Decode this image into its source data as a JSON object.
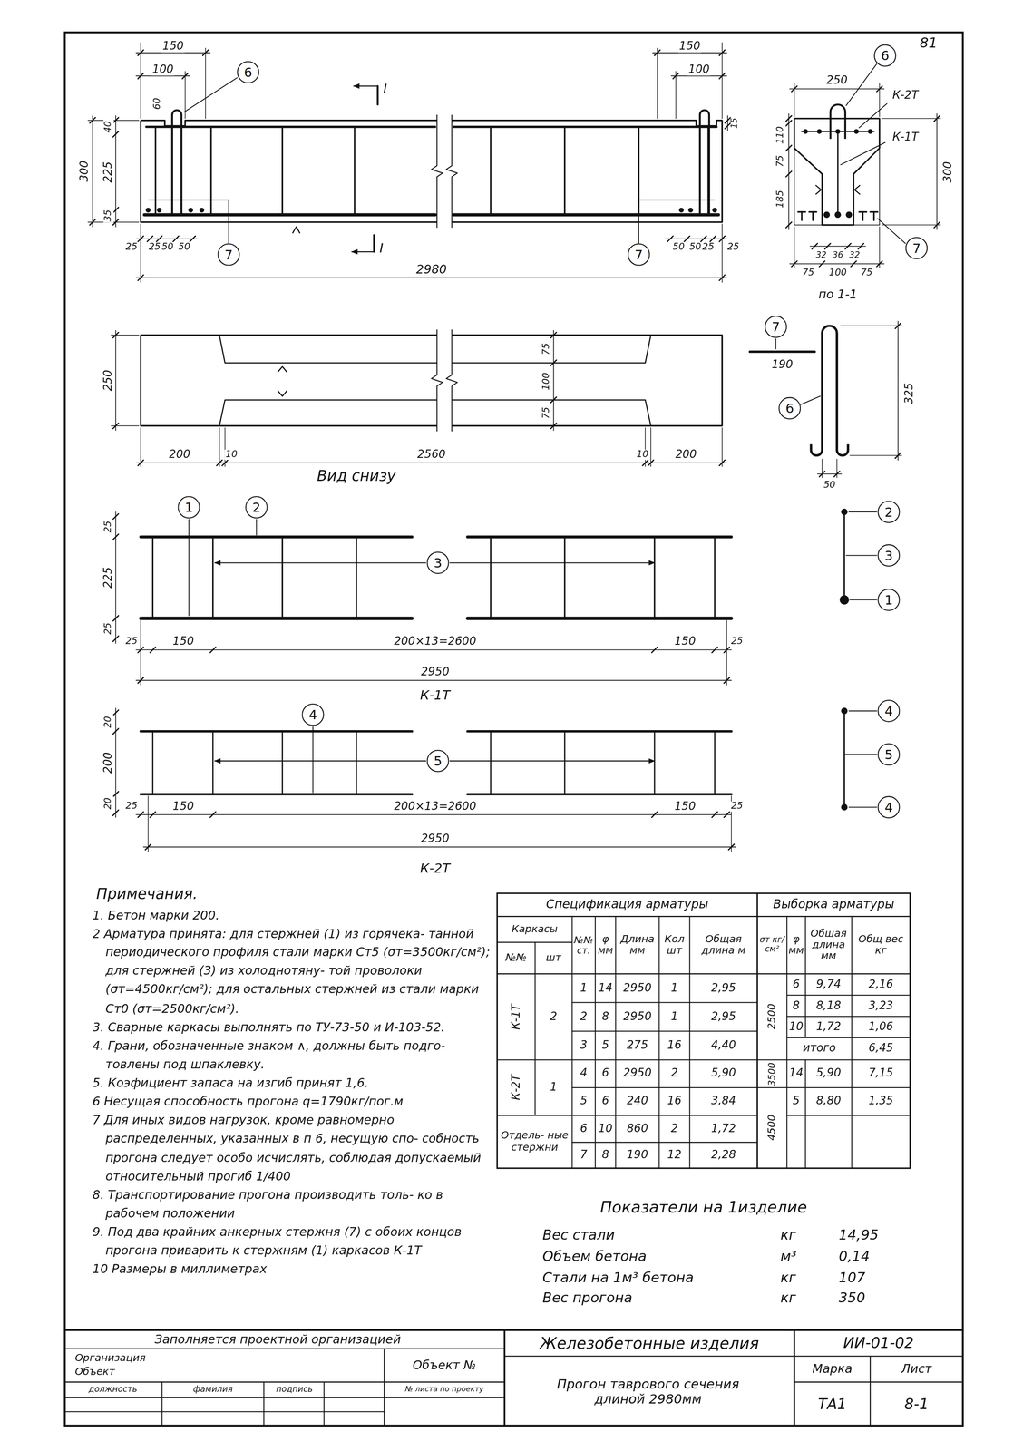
{
  "diagram": {
    "nodes": [
      {
        "text": [
          "6"
        ]
      },
      {
        "text": [
          "6"
        ]
      },
      {
        "text": [
          "7"
        ]
      },
      {
        "text": [
          "7"
        ]
      },
      {
        "text": [
          "7"
        ]
      },
      {
        "text": [
          "7"
        ]
      },
      {
        "text": [
          "6"
        ]
      },
      {
        "text": [
          "1"
        ]
      },
      {
        "text": [
          "2"
        ]
      },
      {
        "text": [
          "2"
        ]
      },
      {
        "text": [
          "3"
        ]
      },
      {
        "text": [
          "3"
        ]
      },
      {
        "text": [
          "1"
        ]
      },
      {
        "text": [
          "4"
        ]
      },
      {
        "text": [
          "4"
        ]
      },
      {
        "text": [
          "5"
        ]
      },
      {
        "text": [
          "5"
        ]
      },
      {
        "text": [
          "4"
        ]
      }
    ],
    "labels": [
      "81",
      "150",
      "100",
      "40",
      "60",
      "300",
      "225",
      "35",
      "25",
      "25",
      "50",
      "50",
      "I",
      "I",
      "150",
      "100",
      "15",
      "50",
      "50",
      "25",
      "25",
      "2980",
      "250",
      "К-2Т",
      "К-1Т",
      "110",
      "75",
      "185",
      "300",
      "32",
      "36",
      "32",
      "75",
      "100",
      "75",
      "по 1-1",
      "250",
      "75",
      "100",
      "75",
      "200",
      "10",
      "2560",
      "10",
      "200",
      "Вид снизу",
      "190",
      "325",
      "50",
      "25",
      "225",
      "25",
      "25",
      "150",
      "200×13=2600",
      "150",
      "25",
      "2950",
      "К-1Т",
      "20",
      "200",
      "20",
      "25",
      "150",
      "200×13=2600",
      "150",
      "25",
      "2950",
      "К-2Т",
      "Примечания.",
      "1. Бетон марки 200.",
      "2 Арматура принята: для стержней (1) из горячека- танной периодического профиля стали марки Ст5 (σт=3500кг/см²); для стержней (3) из холоднотяну- той проволоки (σт=4500кг/см²); для остальных стержней из стали марки Ст0 (σт=2500кг/см²).",
      "3. Сварные каркасы выполнять по ТУ-73-50 и И-103-52.",
      "4. Грани, обозначенные знаком ∧, должны быть подго- товлены под шпаклевку.",
      "5. Коэфициент запаса на изгиб принят 1,6.",
      "6 Несущая способность прогона q=1790кг/пог.м",
      "7 Для иных видов нагрузок, кроме равномерно распределенных, указанных в п 6, несущую спо- собность прогона следует особо исчислять, соблюдая допускаемый относительный прогиб 1/400",
      "8. Транспортирование прогона производить толь- ко в рабочем положении",
      "9. Под два крайних анкерных стержня (7) с обоих концов прогона приварить к стержням (1) каркасов К-1Т",
      "10 Размеры в миллиметрах",
      "Спецификация арматуры",
      "Выборка арматуры",
      "Каркасы",
      "№№",
      "шт",
      "№№ ст.",
      "φ мм",
      "Длина мм",
      "Кол шт",
      "Общая длина м",
      "σт кг/см²",
      "φ мм",
      "Общая длина мм",
      "Общ вес кг",
      "К-1Т",
      "2",
      "1",
      "14",
      "2950",
      "1",
      "2,95",
      "2",
      "8",
      "2950",
      "1",
      "2,95",
      "3",
      "5",
      "275",
      "16",
      "4,40",
      "К-2Т",
      "1",
      "4",
      "6",
      "2950",
      "2",
      "5,90",
      "5",
      "6",
      "240",
      "16",
      "3,84",
      "Отдель- ные стержни",
      "6",
      "10",
      "860",
      "2",
      "1,72",
      "7",
      "8",
      "190",
      "12",
      "2,28",
      "2500",
      "6",
      "9,74",
      "2,16",
      "8",
      "8,18",
      "3,23",
      "10",
      "1,72",
      "1,06",
      "итого",
      "6,45",
      "3500",
      "14",
      "5,90",
      "7,15",
      "4500",
      "5",
      "8,80",
      "1,35",
      "Показатели на 1изделие",
      "Вес стали",
      "кг",
      "14,95",
      "Объем бетона",
      "м³",
      "0,14",
      "Стали на 1м³ бетона",
      "кг",
      "107",
      "Вес прогона",
      "кг",
      "350",
      "Заполняется проектной организацией",
      "Организация",
      "Объект",
      "Объект №",
      "должность",
      "фамилия",
      "подпись",
      "№ листа по проекту",
      "Железобетонные изделия",
      "ИИ-01-02",
      "Прогон таврового сечения длиной 2980мм",
      "Марка",
      "Лист",
      "ТА1",
      "8-1"
    ]
  }
}
